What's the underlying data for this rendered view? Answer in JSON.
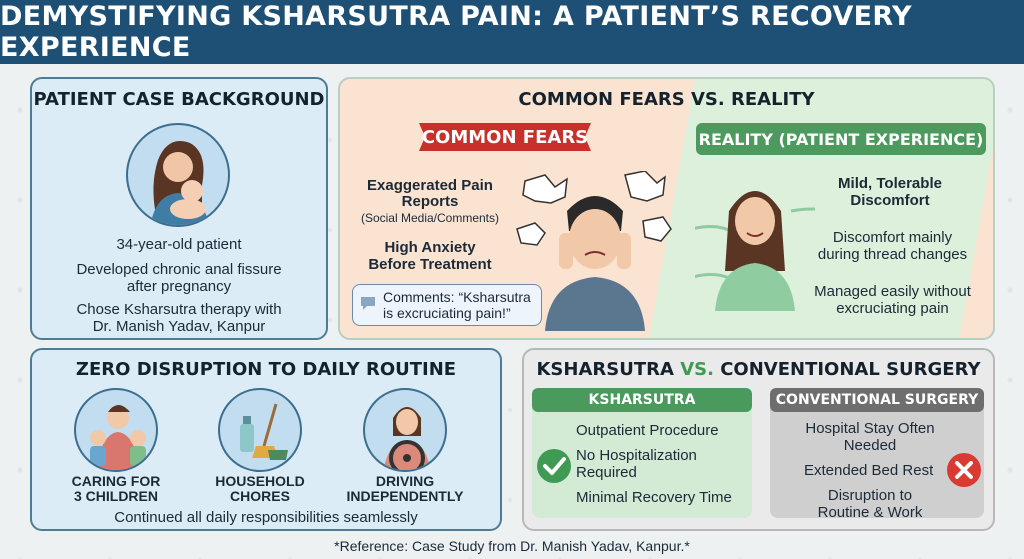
{
  "title": "DEMYSTIFYING KSHARSUTRA PAIN: A PATIENT’S RECOVERY EXPERIENCE",
  "background": {
    "heading": "PATIENT CASE BACKGROUND",
    "line1": "34-year-old patient",
    "line2a": "Developed chronic anal fissure",
    "line2b": "after pregnancy",
    "line3a": "Chose Ksharsutra therapy with",
    "line3b": "Dr. Manish Yadav, Kanpur"
  },
  "fears": {
    "heading": "COMMON FEARS VS. REALITY",
    "fears_badge": "COMMON FEARS",
    "fear1a": "Exaggerated Pain",
    "fear1b": "Reports",
    "fear1note": "(Social Media/Comments)",
    "fear2a": "High Anxiety",
    "fear2b": "Before Treatment",
    "bubble_a": "Comments: “Ksharsutra",
    "bubble_b": "is excruciating pain!”",
    "reality_badge": "REALITY (PATIENT EXPERIENCE)",
    "real1a": "Mild, Tolerable",
    "real1b": "Discomfort",
    "real2a": "Discomfort mainly",
    "real2b": "during thread changes",
    "real3a": "Managed easily without",
    "real3b": "excruciating pain"
  },
  "routine": {
    "heading": "ZERO DISRUPTION TO DAILY ROUTINE",
    "item1a": "CARING FOR",
    "item1b": "3 CHILDREN",
    "item2a": "HOUSEHOLD",
    "item2b": "CHORES",
    "item3a": "DRIVING",
    "item3b": "INDEPENDENTLY",
    "footer": "Continued all daily responsibilities seamlessly"
  },
  "comparison": {
    "heading_a": "KSHARSUTRA",
    "heading_vs": "VS.",
    "heading_b": "CONVENTIONAL SURGERY",
    "ks_header": "KSHARSUTRA",
    "ks1": "Outpatient Procedure",
    "ks2a": "No Hospitalization",
    "ks2b": "Required",
    "ks3": "Minimal Recovery Time",
    "cs_header": "CONVENTIONAL SURGERY",
    "cs1a": "Hospital Stay Often",
    "cs1b": "Needed",
    "cs2": "Extended Bed Rest",
    "cs3a": "Disruption to",
    "cs3b": "Routine & Work"
  },
  "reference": "*Reference: Case Study from Dr. Manish Yadav, Kanpur.*",
  "colors": {
    "title_bar": "#1e4f74",
    "fear_red": "#c8302c",
    "reality_green": "#4d9a5e",
    "vs_green": "#3f9a54",
    "cross_red": "#d93a32"
  }
}
